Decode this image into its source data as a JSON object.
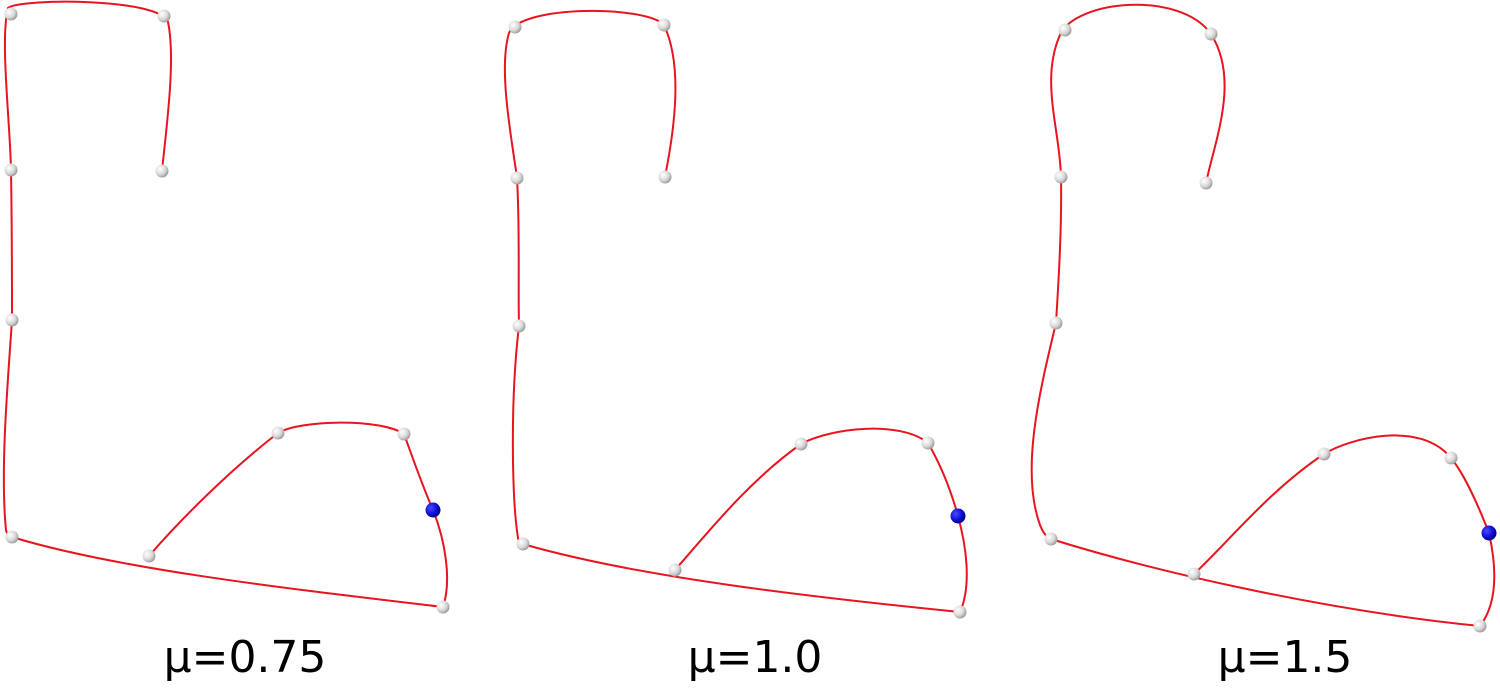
{
  "colors": {
    "curve": "#e8141e",
    "control_point": "#d9d9d9",
    "control_point_outline": "#8c8c8c",
    "highlight_point": "#0a0ad2",
    "highlight_outline": "#000060",
    "background": "#ffffff"
  },
  "panels": [
    {
      "caption": "μ=0.75"
    },
    {
      "caption": "μ=1.0"
    },
    {
      "caption": "μ=1.5"
    }
  ]
}
